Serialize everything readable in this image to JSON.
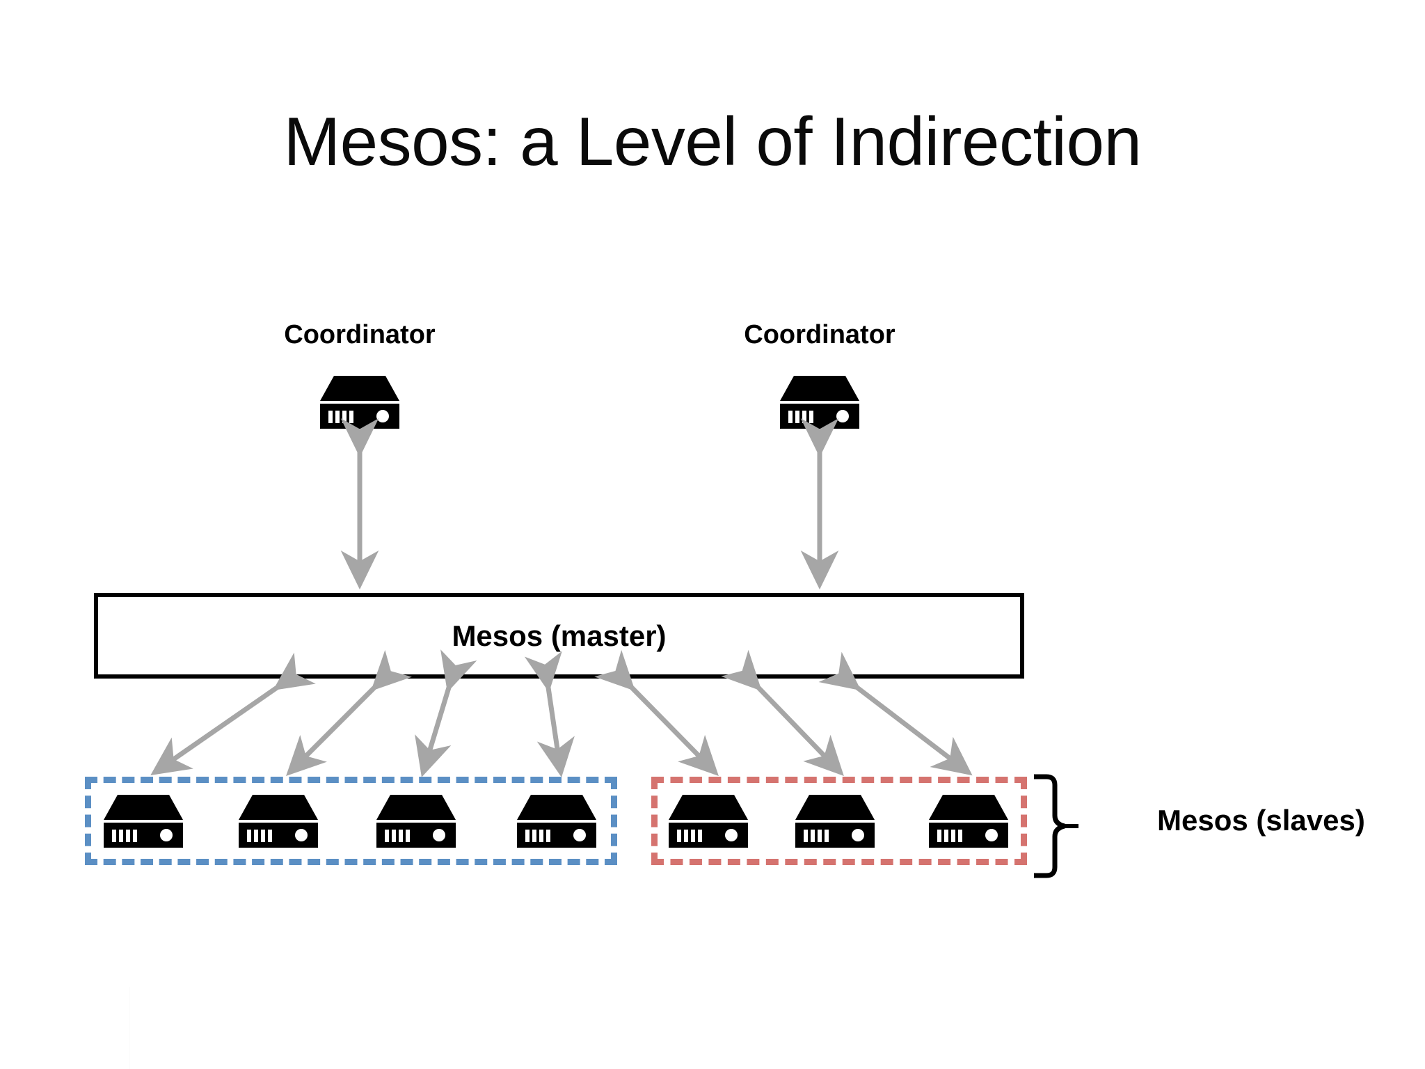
{
  "slide": {
    "title": "Mesos: a Level of Indirection",
    "background_color": "#ffffff"
  },
  "colors": {
    "arrow_gray": "#a6a6a6",
    "group_blue": "#5b8fc4",
    "group_red": "#d5736f",
    "outline_black": "#000000",
    "text_black": "#000000"
  },
  "coordinators": [
    {
      "label": "Coordinator",
      "icon": "server-icon"
    },
    {
      "label": "Coordinator",
      "icon": "server-icon"
    }
  ],
  "master": {
    "label": "Mesos (master)"
  },
  "slaves": {
    "brace_label": "Mesos (slaves)",
    "groups": [
      {
        "name": "blue-group",
        "color": "#5b8fc4",
        "style": "dashed",
        "node_count": 4,
        "nodes": [
          {
            "icon": "server-icon"
          },
          {
            "icon": "server-icon"
          },
          {
            "icon": "server-icon"
          },
          {
            "icon": "server-icon"
          }
        ]
      },
      {
        "name": "red-group",
        "color": "#d5736f",
        "style": "dashed",
        "node_count": 3,
        "nodes": [
          {
            "icon": "server-icon"
          },
          {
            "icon": "server-icon"
          },
          {
            "icon": "server-icon"
          }
        ]
      }
    ]
  },
  "connections": {
    "coordinator_to_master": {
      "count": 2,
      "style": "double-headed",
      "color": "#a6a6a6"
    },
    "master_to_slaves": {
      "count": 7,
      "style": "double-headed",
      "color": "#a6a6a6"
    }
  }
}
